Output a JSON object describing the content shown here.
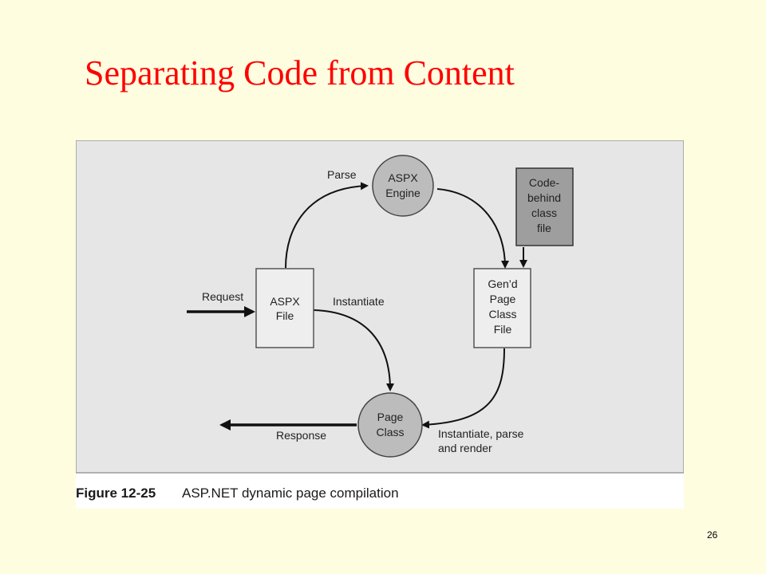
{
  "slide": {
    "title": "Separating Code from Content",
    "page_number": "26"
  },
  "figure": {
    "caption_number": "Figure 12-25",
    "caption_text": "ASP.NET dynamic page compilation",
    "nodes": {
      "aspx_engine": [
        "ASPX",
        "Engine"
      ],
      "code_behind": [
        "Code-",
        "behind",
        "class",
        "file"
      ],
      "aspx_file": [
        "ASPX",
        "File"
      ],
      "gend_page_class": [
        "Gen’d",
        "Page",
        "Class",
        "File"
      ],
      "page_class": [
        "Page",
        "Class"
      ]
    },
    "edges": {
      "parse": "Parse",
      "request": "Request",
      "instantiate": "Instantiate",
      "response": "Response",
      "instantiate_parse_render": [
        "Instantiate, parse",
        "and render"
      ]
    }
  }
}
